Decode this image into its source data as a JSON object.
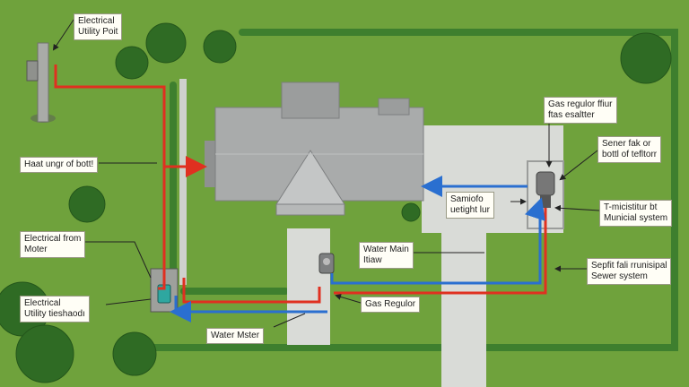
{
  "labels": {
    "utility_pole": [
      "Electrical",
      "Utility Poit"
    ],
    "hash_left": [
      "Haat ungr of bott!"
    ],
    "electrical_meter": [
      "Electrical from",
      "Moter"
    ],
    "electrical_utility": [
      "Electrical",
      "Utility tieshaodı"
    ],
    "water_meter": [
      "Water Mster"
    ],
    "gas_regulator": [
      "Gas Regulor"
    ],
    "water_main": [
      "Water Main",
      "Itiaw"
    ],
    "sample_box": [
      "Samiofo",
      "uetight lur"
    ],
    "gas_filter": [
      "Gas regulor ffiur",
      "ftas esaltter"
    ],
    "sewer_top": [
      "Sener fak or",
      "bottl of tefltorr"
    ],
    "municipal_system": [
      "T-micistitur bt",
      "Municial system"
    ],
    "septic_sewer": [
      "Sepfit fali rrunisipal",
      "Sewer system"
    ]
  },
  "colors": {
    "lawn": "#6fa23c",
    "hedge": "#3e7f2e",
    "roof": "#a9abab",
    "pavement": "#d9dbd7",
    "electric_line": "#e03020",
    "water_line": "#2a6fd0"
  }
}
